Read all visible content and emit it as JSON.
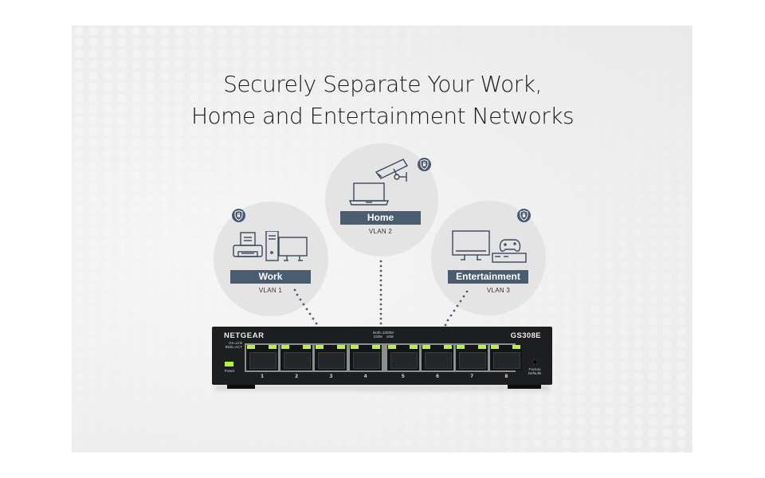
{
  "headline": {
    "line1": "Securely Separate Your Work,",
    "line2": "Home and Entertainment Networks"
  },
  "networks": [
    {
      "name": "Work",
      "vlan": "VLAN 1",
      "devices": [
        "printer-icon",
        "desktop-tower-icon",
        "monitor-icon"
      ],
      "badge": "shield-lock-icon"
    },
    {
      "name": "Home",
      "vlan": "VLAN 2",
      "devices": [
        "laptop-icon",
        "security-camera-icon"
      ],
      "badge": "shield-lock-icon"
    },
    {
      "name": "Entertainment",
      "vlan": "VLAN 3",
      "devices": [
        "tv-icon",
        "game-console-icon",
        "gamepad-icon"
      ],
      "badge": "shield-lock-icon"
    }
  ],
  "switch": {
    "brand": "NETGEAR",
    "model": "GS308E",
    "led_legend": [
      "On=Link",
      "Blink=ACT"
    ],
    "speed_legend": {
      "top": "Both=1000M",
      "left": "100M",
      "right": "10M"
    },
    "power_label": "Power",
    "reset_label": [
      "Factory",
      "Defaults"
    ],
    "ports": [
      "1",
      "2",
      "3",
      "4",
      "5",
      "6",
      "7",
      "8"
    ]
  },
  "colors": {
    "label_bar": "#4a5d70",
    "led_green": "#b9f23a",
    "switch_body": "#1d1e20",
    "bubble": "#e4e4e4"
  }
}
